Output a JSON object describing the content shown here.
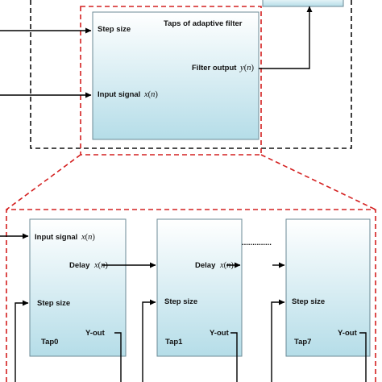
{
  "filter_block": {
    "step_size": "Step size",
    "taps_title": "Taps of adaptive filter",
    "filter_output": {
      "text": "Filter output",
      "var": "y",
      "arg": "n"
    },
    "input_signal": {
      "text": "Input signal",
      "var": "x",
      "arg": "n"
    }
  },
  "taps": [
    {
      "name": "Tap0",
      "input_signal": {
        "text": "Input signal",
        "var": "x",
        "arg": "n"
      },
      "delay": {
        "text": "Delay",
        "var": "x",
        "arg": "n"
      },
      "step_size": "Step size",
      "y_out": "Y-out"
    },
    {
      "name": "Tap1",
      "delay": {
        "text": "Delay",
        "var": "x",
        "arg": "n"
      },
      "step_size": "Step size",
      "y_out": "Y-out"
    },
    {
      "name": "Tap7",
      "step_size": "Step size",
      "y_out": "Y-out"
    }
  ],
  "ellipsis": "..............",
  "colors": {
    "box_top": "#ffffff",
    "box_bottom": "#b5dde8",
    "box_border": "#6b8a96",
    "red_dash": "#d42020",
    "black_dash": "#111111",
    "arrow": "#000000"
  }
}
